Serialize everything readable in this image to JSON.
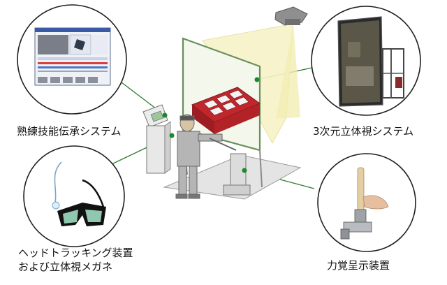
{
  "labels": {
    "skill_system": "熟練技能伝承システム",
    "stereo_system": "3次元立体視システム",
    "head_tracking_line1": "ヘッドトラッキング装置",
    "head_tracking_line2": "および立体視メガネ",
    "haptic_device": "力覚呈示装置"
  },
  "colors": {
    "circle_stroke": "#1f1f1f",
    "callout_line": "#2e7d32",
    "callout_dot": "#1b8a2c",
    "screen_frame": "#6a8f5a",
    "projection_beam": "#f7f3c8",
    "box_red": "#c0272d",
    "figure_gray": "#b5b5b5"
  }
}
